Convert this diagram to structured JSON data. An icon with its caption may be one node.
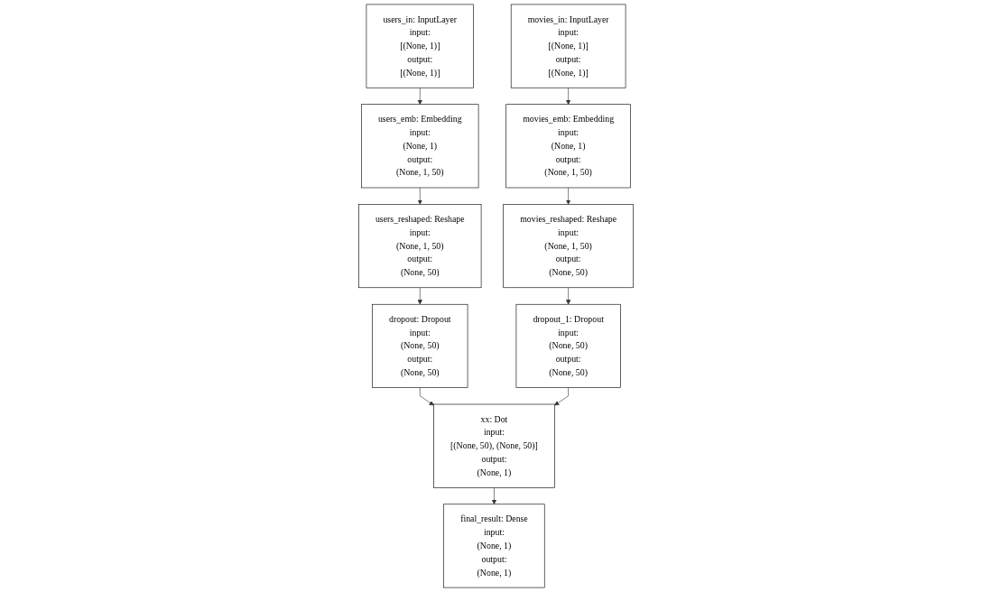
{
  "diagram": {
    "nodes": [
      {
        "text": [
          "users_in: InputLayer",
          "input:",
          "[(None, 1)]",
          "output:",
          "[(None, 1)]"
        ]
      },
      {
        "text": [
          "movies_in: InputLayer",
          "input:",
          "[(None, 1)]",
          "output:",
          "[(None, 1)]"
        ]
      },
      {
        "text": [
          "users_emb: Embedding",
          "input:",
          "(None, 1)",
          "output:",
          "(None, 1, 50)"
        ]
      },
      {
        "text": [
          "movies_emb: Embedding",
          "input:",
          "(None, 1)",
          "output:",
          "(None, 1, 50)"
        ]
      },
      {
        "text": [
          "users_reshaped: Reshape",
          "input:",
          "(None, 1, 50)",
          "output:",
          "(None, 50)"
        ]
      },
      {
        "text": [
          "movies_reshaped: Reshape",
          "input:",
          "(None, 1, 50)",
          "output:",
          "(None, 50)"
        ]
      },
      {
        "text": [
          "dropout: Dropout",
          "input:",
          "(None, 50)",
          "output:",
          "(None, 50)"
        ]
      },
      {
        "text": [
          "dropout_1: Dropout",
          "input:",
          "(None, 50)",
          "output:",
          "(None, 50)"
        ]
      },
      {
        "text": [
          "xx: Dot",
          "input:",
          "[(None, 50), (None, 50)]",
          "output:",
          "(None, 1)"
        ]
      },
      {
        "text": [
          "final_result: Dense",
          "input:",
          "(None, 1)",
          "output:",
          "(None, 1)"
        ]
      }
    ],
    "edges": [
      {
        "from": 0,
        "to": 2,
        "arrow": "to"
      },
      {
        "from": 1,
        "to": 3,
        "arrow": "to"
      },
      {
        "from": 2,
        "to": 4,
        "arrow": "to"
      },
      {
        "from": 3,
        "to": 5,
        "arrow": "to"
      },
      {
        "from": 4,
        "to": 6,
        "arrow": "to"
      },
      {
        "from": 5,
        "to": 7,
        "arrow": "to"
      },
      {
        "from": 6,
        "to": 8,
        "arrow": "to"
      },
      {
        "from": 7,
        "to": 8,
        "arrow": "to"
      },
      {
        "from": 8,
        "to": 9,
        "arrow": "to"
      }
    ]
  }
}
